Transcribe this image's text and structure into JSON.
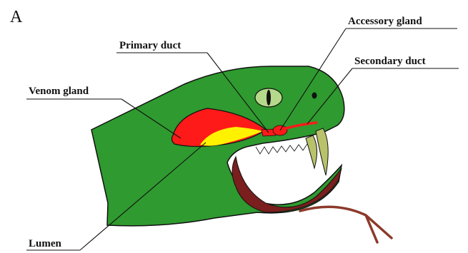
{
  "panel_letter": "A",
  "labels": {
    "primary_duct": "Primary duct",
    "accessory_gland": "Accessory gland",
    "secondary_duct": "Secondary duct",
    "venom_gland": "Venom gland",
    "lumen": "Lumen"
  },
  "colors": {
    "head": "#2f9a2f",
    "head_outline": "#111111",
    "mouth": "#7a1e1e",
    "tongue": "#8c3a2a",
    "venom_gland": "#ff1a1a",
    "lumen": "#fff200",
    "fang": "#b9c26a",
    "eye": "#b5d98a"
  }
}
